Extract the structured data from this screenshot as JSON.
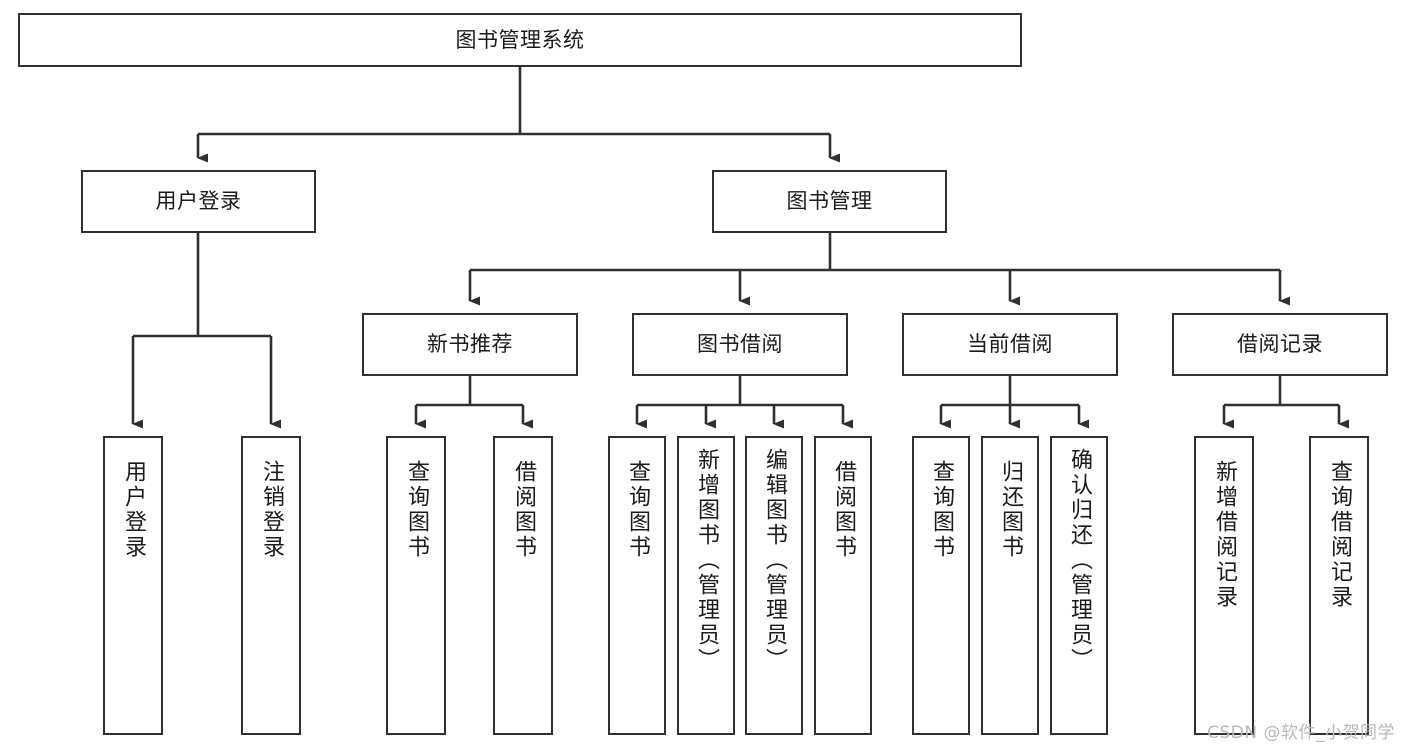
{
  "diagram": {
    "title_node": {
      "label": "图书管理系统"
    },
    "colors": {
      "stroke": "#303030",
      "text": "#1b1b1b",
      "background": "#ffffff",
      "watermark": "#b9b9b9"
    },
    "level2": [
      {
        "id": "user-login",
        "label": "用户登录"
      },
      {
        "id": "book-management",
        "label": "图书管理"
      }
    ],
    "level3": [
      {
        "id": "new-book-recommend",
        "label": "新书推荐"
      },
      {
        "id": "book-borrow",
        "label": "图书借阅"
      },
      {
        "id": "current-borrow",
        "label": "当前借阅"
      },
      {
        "id": "borrow-record",
        "label": "借阅记录"
      }
    ],
    "leaves": {
      "user_login": [
        {
          "id": "leaf-user-login",
          "label": "用户登录"
        },
        {
          "id": "leaf-logout-login",
          "label": "注销登录"
        }
      ],
      "new_book_recommend": [
        {
          "id": "leaf-query-book-1",
          "label": "查询图书"
        },
        {
          "id": "leaf-borrow-book-1",
          "label": "借阅图书"
        }
      ],
      "book_borrow": [
        {
          "id": "leaf-query-book-2",
          "label": "查询图书"
        },
        {
          "id": "leaf-add-book",
          "label": "新增图书（管理员）"
        },
        {
          "id": "leaf-edit-book",
          "label": "编辑图书（管理员）"
        },
        {
          "id": "leaf-borrow-book-2",
          "label": "借阅图书"
        }
      ],
      "current_borrow": [
        {
          "id": "leaf-query-book-3",
          "label": "查询图书"
        },
        {
          "id": "leaf-return-book",
          "label": "归还图书"
        },
        {
          "id": "leaf-confirm-return",
          "label": "确认归还（管理员）"
        }
      ],
      "borrow_record": [
        {
          "id": "leaf-add-record",
          "label": "新增借阅记录"
        },
        {
          "id": "leaf-query-record",
          "label": "查询借阅记录"
        }
      ]
    },
    "watermark": "CSDN @软件_小贺同学"
  }
}
